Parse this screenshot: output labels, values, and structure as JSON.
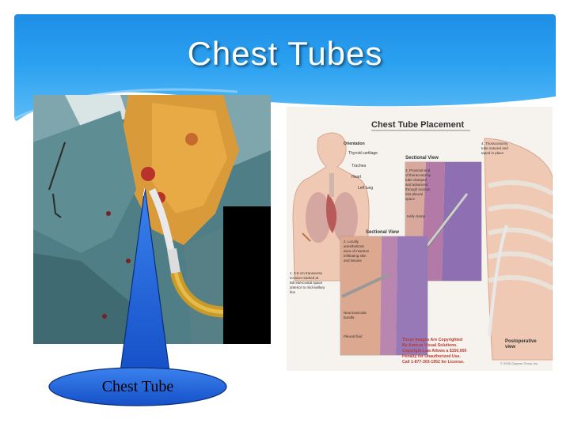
{
  "slide": {
    "title": "Chest Tubes",
    "callout_label": "Chest Tube"
  },
  "diagram": {
    "title": "Chest Tube Placement",
    "orientation_label": "Orientation",
    "thyroid_label": "Thyroid cartilage",
    "trachea_label": "Trachea",
    "heart_label": "Heart",
    "left_lung_label": "Left lung",
    "sectional_view_1": "Sectional View",
    "sectional_view_2": "Sectional View",
    "step1": [
      "1. 3-5 cm transverse",
      "incision marked at",
      "5th intercostal space",
      "anterior to mid-axillary",
      "line"
    ],
    "step2": [
      "2. Locally",
      "anesthetized",
      "area of insertion",
      "infiltrating skin",
      "and tissues"
    ],
    "step3": [
      "3. Proximal end",
      "of thoracostomy",
      "tube clamped",
      "and advanced",
      "through incision",
      "into pleural",
      "space"
    ],
    "step4": [
      "4. Thoracostomy",
      "tube sutured and",
      "taped in place"
    ],
    "kelly_clamp_label": "Kelly clamp",
    "neurovascular_label": [
      "Neurovascular",
      "bundle"
    ],
    "pleural_fluid_label": "Pleural fluid",
    "postoperative_label": [
      "Postoperative",
      "view"
    ],
    "copyright_lines": [
      "These Images Are Copyrighted",
      "By Amicus Visual Solutions.",
      "Copyright Law Allows a $150,000",
      "Penalty for Unauthorized Use.",
      "Call 1-877-303-1952 for License."
    ],
    "credit": "© 2005 Gagnon Group Inc."
  },
  "colors": {
    "header": "#2aa0f0",
    "callout_fill": "#1a5fd0",
    "copyright_red": "#c0392b"
  }
}
